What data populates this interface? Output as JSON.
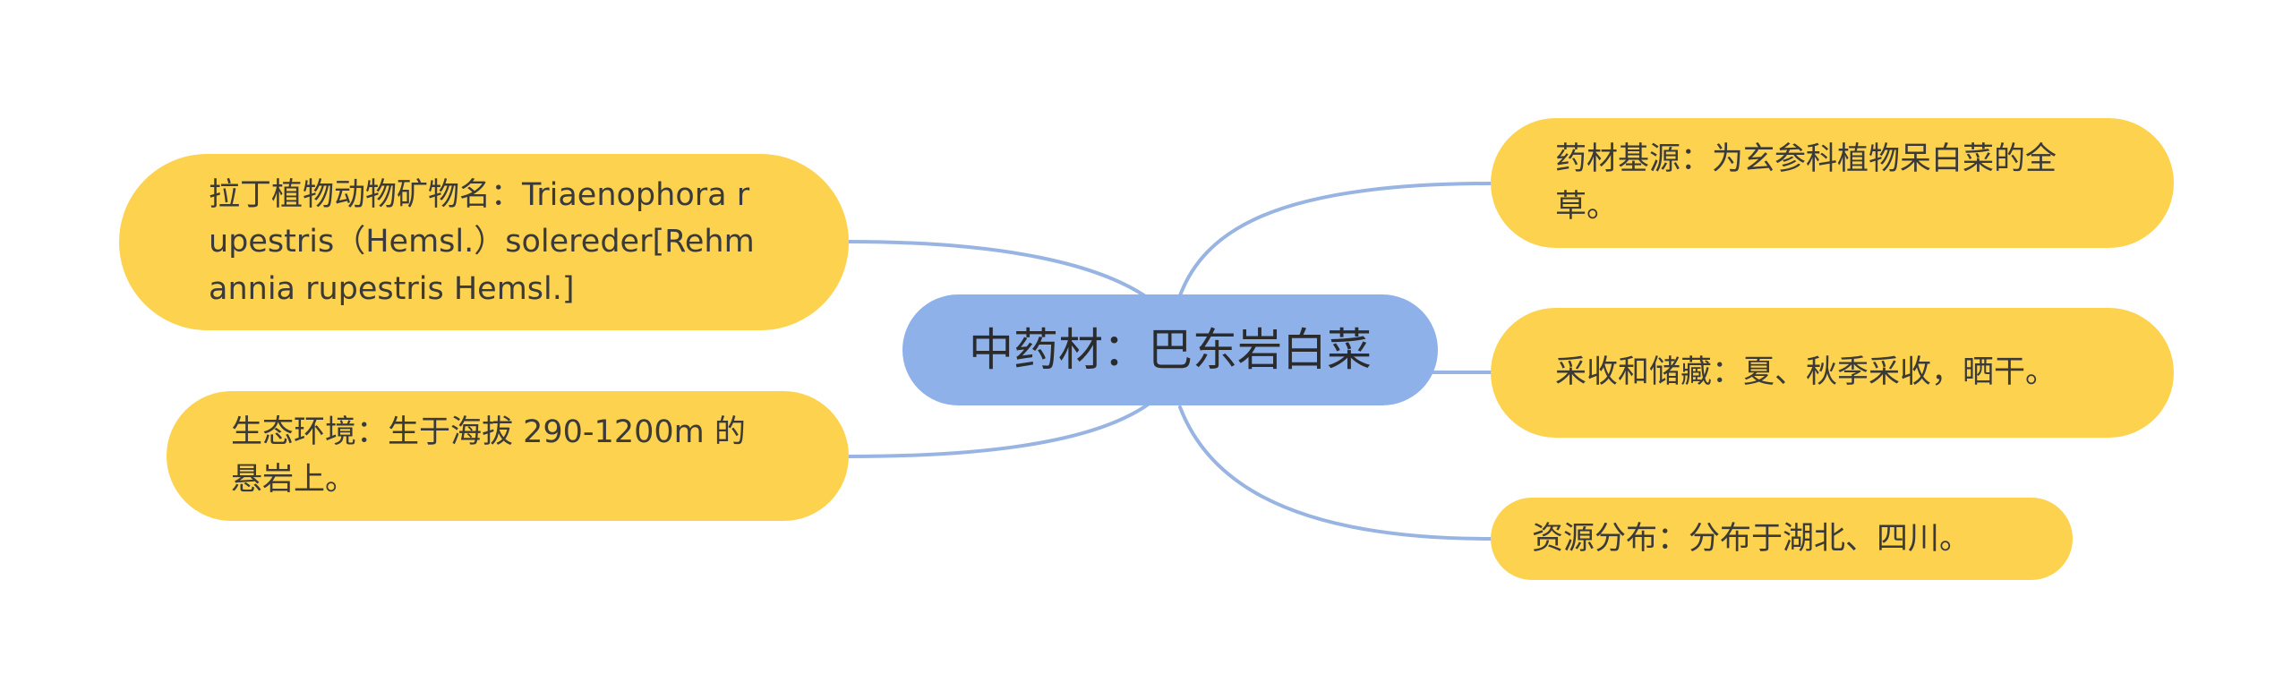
{
  "center": {
    "label": "中药材：巴东岩白菜"
  },
  "left_nodes": [
    {
      "id": "latin-name",
      "text": "拉丁植物动物矿物名：Triaenophora rupestris（Hemsl.）solereder[Rehmannia rupestris Hemsl.]"
    },
    {
      "id": "habitat",
      "text": "生态环境：生于海拔 290-1200m 的悬岩上。"
    }
  ],
  "right_nodes": [
    {
      "id": "source",
      "text": "药材基源：为玄参科植物呆白菜的全草。"
    },
    {
      "id": "harvest",
      "text": "采收和储藏：夏、秋季采收，晒干。"
    },
    {
      "id": "distribution",
      "text": "资源分布：分布于湖北、四川。"
    }
  ],
  "colors": {
    "center_fill": "#8fb1ea",
    "leaf_fill": "#fdd24f",
    "connector": "#98b4e2",
    "text": "#3a3a3a"
  }
}
